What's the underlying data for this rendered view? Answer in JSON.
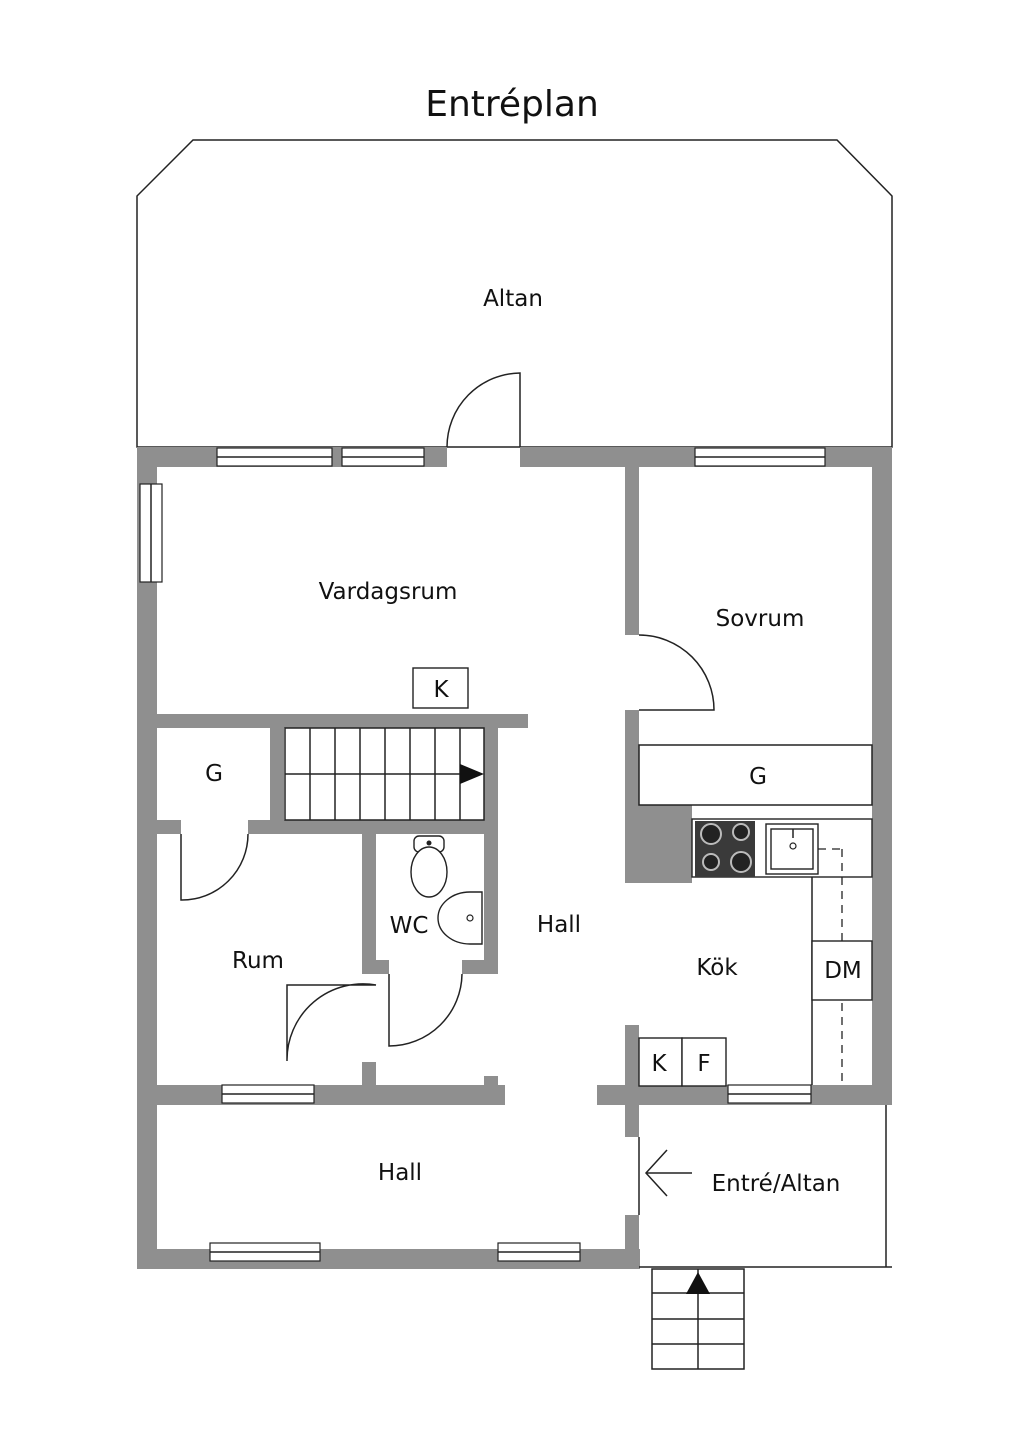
{
  "title": "Entréplan",
  "rooms": {
    "altan": "Altan",
    "vardagsrum": "Vardagsrum",
    "sovrum": "Sovrum",
    "k_livingroom": "K",
    "g_left": "G",
    "g_right": "G",
    "wc": "WC",
    "hall_center": "Hall",
    "rum": "Rum",
    "kok": "Kök",
    "dm": "DM",
    "k_kitchen": "K",
    "f_kitchen": "F",
    "hall_bottom": "Hall",
    "entre_altan": "Entré/Altan"
  },
  "colors": {
    "wall": "#8f8f8f",
    "line": "#222222",
    "background": "#ffffff",
    "stove": "#3a3a3a"
  }
}
